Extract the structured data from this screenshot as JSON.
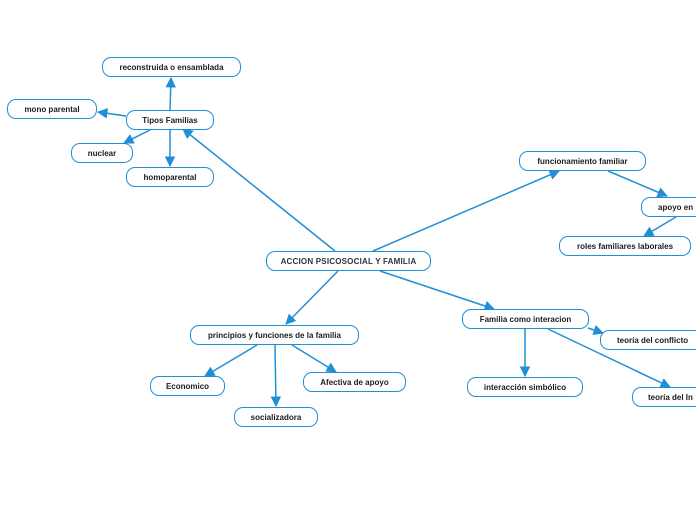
{
  "map": {
    "root": "ACCION PSICOSOCIAL Y FAMILIA",
    "tipos": "Tipos Familias",
    "reconstruida": "reconstruida o ensamblada",
    "mono": "mono parental",
    "nuclear": "nuclear",
    "homoparental": "homoparental",
    "funcionamiento": "funcionamiento familiar",
    "apoyo": "apoyo en",
    "roles": "roles familiares laborales",
    "principios": "principios y funciones de la familia",
    "economico": "Economico",
    "socializadora": "socializadora",
    "afectiva": "Afectiva de apoyo",
    "interaccion": "Familia como interacion",
    "conflicto": "teoría del conflicto",
    "simbolico": "interacción simbólico",
    "teoria_in": "teoría del In"
  },
  "colors": {
    "accent": "#1f8fd6",
    "text": "#1b1b1b"
  }
}
